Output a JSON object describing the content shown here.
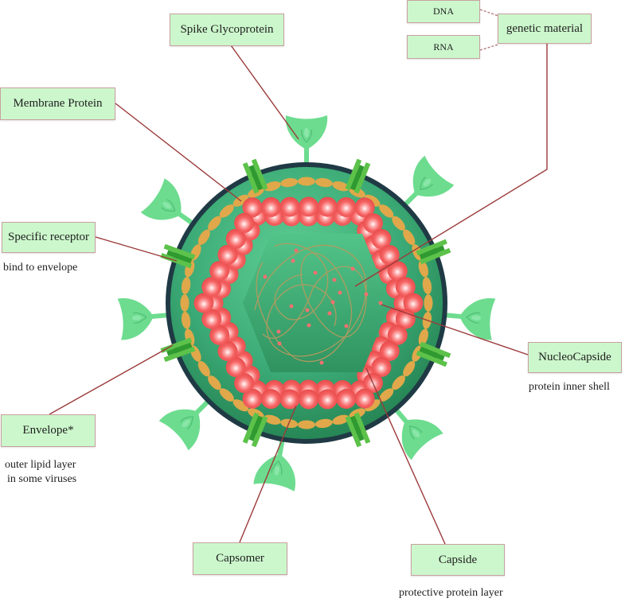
{
  "diagram": {
    "title": "Virus structure",
    "colors": {
      "label_fill": "#ccf7cc",
      "label_border": "#c9a0a0",
      "leader_line": "#9b3a3a",
      "envelope_outer": "#1f3a44",
      "envelope_fill": "#3aa874",
      "lipid_bead": "#e0a84a",
      "capsomer": "#f05a5a",
      "spike": "#6ddc8f",
      "receptor": "#5cc24a",
      "genome": "#b89a5e"
    },
    "labels": {
      "spike_glycoprotein": "Spike Glycoprotein",
      "membrane_protein": "Membrane Protein",
      "specific_receptor": "Specific receptor",
      "specific_receptor_note": "bind to envelope",
      "envelope": "Envelope*",
      "envelope_note_line1": "outer lipid layer",
      "envelope_note_line2": "in some viruses",
      "capsomer": "Capsomer",
      "capside": "Capside",
      "capside_note": "protective protein layer",
      "nucleocapside": "NucleoCapside",
      "nucleocapside_note": "protein inner shell",
      "genetic_material": "genetic material",
      "dna": "DNA",
      "rna": "RNA"
    }
  }
}
